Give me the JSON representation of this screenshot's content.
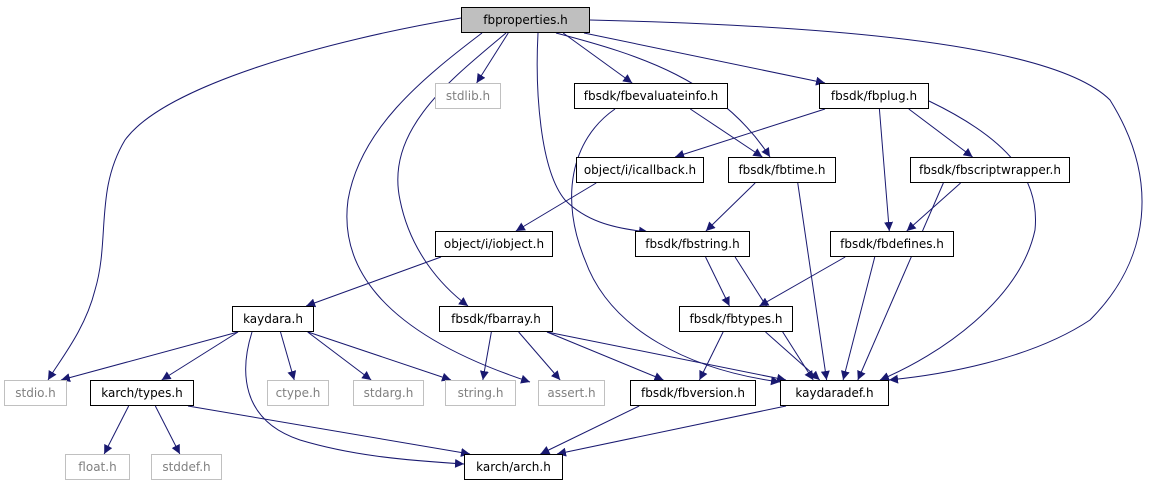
{
  "diagram": {
    "nodes": [
      {
        "id": "fbproperties",
        "label": "fbproperties.h",
        "kind": "root"
      },
      {
        "id": "stdlib",
        "label": "stdlib.h",
        "kind": "ext"
      },
      {
        "id": "fbevaluateinfo",
        "label": "fbsdk/fbevaluateinfo.h",
        "kind": "local"
      },
      {
        "id": "fbplug",
        "label": "fbsdk/fbplug.h",
        "kind": "local"
      },
      {
        "id": "icallback",
        "label": "object/i/icallback.h",
        "kind": "local"
      },
      {
        "id": "fbtime",
        "label": "fbsdk/fbtime.h",
        "kind": "local"
      },
      {
        "id": "fbscriptwrapper",
        "label": "fbsdk/fbscriptwrapper.h",
        "kind": "local"
      },
      {
        "id": "iobject",
        "label": "object/i/iobject.h",
        "kind": "local"
      },
      {
        "id": "fbstring",
        "label": "fbsdk/fbstring.h",
        "kind": "local"
      },
      {
        "id": "fbdefines",
        "label": "fbsdk/fbdefines.h",
        "kind": "local"
      },
      {
        "id": "kaydara",
        "label": "kaydara.h",
        "kind": "local"
      },
      {
        "id": "fbarray",
        "label": "fbsdk/fbarray.h",
        "kind": "local"
      },
      {
        "id": "fbtypes",
        "label": "fbsdk/fbtypes.h",
        "kind": "local"
      },
      {
        "id": "stdio",
        "label": "stdio.h",
        "kind": "ext"
      },
      {
        "id": "karchtypes",
        "label": "karch/types.h",
        "kind": "local"
      },
      {
        "id": "ctype",
        "label": "ctype.h",
        "kind": "ext"
      },
      {
        "id": "stdarg",
        "label": "stdarg.h",
        "kind": "ext"
      },
      {
        "id": "string",
        "label": "string.h",
        "kind": "ext"
      },
      {
        "id": "assert",
        "label": "assert.h",
        "kind": "ext"
      },
      {
        "id": "fbversion",
        "label": "fbsdk/fbversion.h",
        "kind": "local"
      },
      {
        "id": "kaydaradef",
        "label": "kaydaradef.h",
        "kind": "local"
      },
      {
        "id": "float",
        "label": "float.h",
        "kind": "ext"
      },
      {
        "id": "stddef",
        "label": "stddef.h",
        "kind": "ext"
      },
      {
        "id": "karcharch",
        "label": "karch/arch.h",
        "kind": "local"
      }
    ],
    "edges": [
      [
        "fbproperties",
        "stdlib"
      ],
      [
        "fbproperties",
        "fbevaluateinfo"
      ],
      [
        "fbproperties",
        "fbplug"
      ],
      [
        "fbproperties",
        "fbtime"
      ],
      [
        "fbproperties",
        "fbstring"
      ],
      [
        "fbproperties",
        "fbarray"
      ],
      [
        "fbproperties",
        "stdio"
      ],
      [
        "fbproperties",
        "assert"
      ],
      [
        "fbproperties",
        "kaydaradef"
      ],
      [
        "fbevaluateinfo",
        "fbtime"
      ],
      [
        "fbevaluateinfo",
        "kaydaradef"
      ],
      [
        "fbplug",
        "icallback"
      ],
      [
        "fbplug",
        "fbscriptwrapper"
      ],
      [
        "fbplug",
        "fbdefines"
      ],
      [
        "fbplug",
        "kaydaradef"
      ],
      [
        "icallback",
        "iobject"
      ],
      [
        "fbtime",
        "fbstring"
      ],
      [
        "fbtime",
        "kaydaradef"
      ],
      [
        "fbscriptwrapper",
        "fbdefines"
      ],
      [
        "fbscriptwrapper",
        "kaydaradef"
      ],
      [
        "iobject",
        "kaydara"
      ],
      [
        "fbstring",
        "fbtypes"
      ],
      [
        "fbstring",
        "kaydaradef"
      ],
      [
        "fbdefines",
        "fbtypes"
      ],
      [
        "fbdefines",
        "kaydaradef"
      ],
      [
        "kaydara",
        "stdio"
      ],
      [
        "kaydara",
        "karchtypes"
      ],
      [
        "kaydara",
        "ctype"
      ],
      [
        "kaydara",
        "stdarg"
      ],
      [
        "kaydara",
        "string"
      ],
      [
        "kaydara",
        "karcharch"
      ],
      [
        "fbarray",
        "string"
      ],
      [
        "fbarray",
        "assert"
      ],
      [
        "fbarray",
        "fbversion"
      ],
      [
        "fbarray",
        "kaydaradef"
      ],
      [
        "fbtypes",
        "fbversion"
      ],
      [
        "fbtypes",
        "kaydaradef"
      ],
      [
        "karchtypes",
        "float"
      ],
      [
        "karchtypes",
        "stddef"
      ],
      [
        "karchtypes",
        "karcharch"
      ],
      [
        "fbversion",
        "karcharch"
      ],
      [
        "kaydaradef",
        "karcharch"
      ]
    ],
    "colors": {
      "edge": "#191970",
      "node_border": "#000000",
      "ext_border": "#c0c0c0",
      "ext_text": "#808080",
      "root_fill": "#bfbfbf"
    }
  }
}
